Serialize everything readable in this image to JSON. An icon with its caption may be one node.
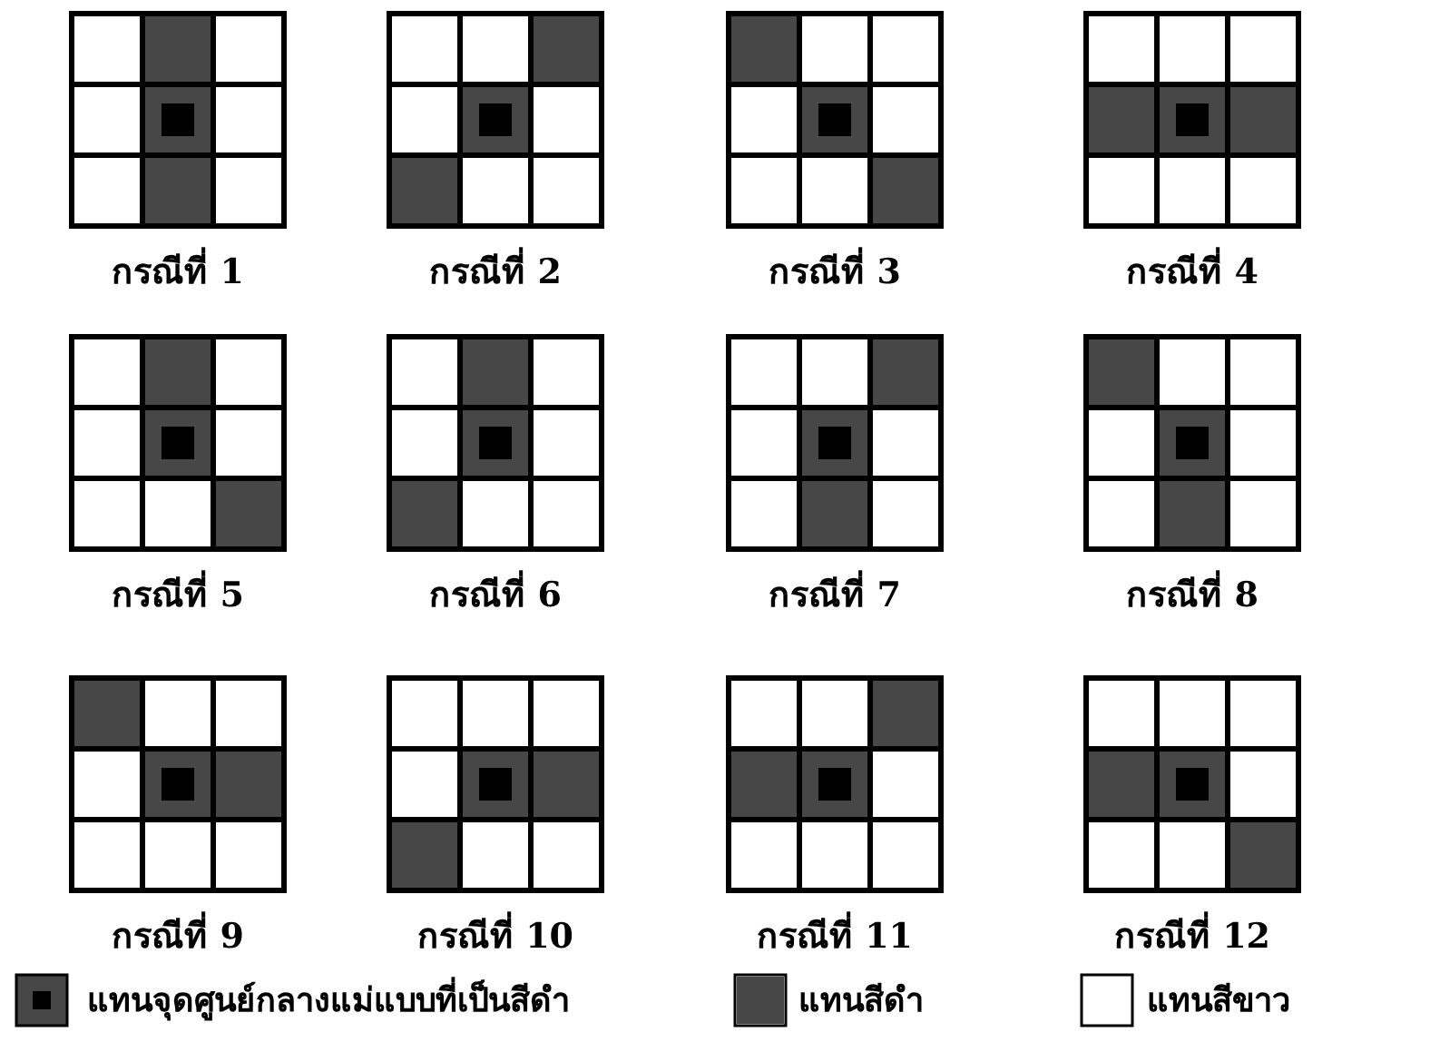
{
  "diagram": {
    "labels": [
      "กรณีที่ 1",
      "กรณีที่ 2",
      "กรณีที่ 3",
      "กรณีที่ 4",
      "กรณีที่ 5",
      "กรณีที่ 6",
      "กรณีที่ 7",
      "กรณีที่ 8",
      "กรณีที่ 9",
      "กรณีที่ 10",
      "กรณีที่ 11",
      "กรณีที่ 12"
    ],
    "legend": [
      {
        "text": "แทนจุดศูนย์กลางแม่แบบที่เป็นสีดำ"
      },
      {
        "text": "แทนสีดำ",
        "color": "#474747"
      },
      {
        "text": "แทนสีขาว",
        "color": "#ffffff"
      }
    ]
  }
}
